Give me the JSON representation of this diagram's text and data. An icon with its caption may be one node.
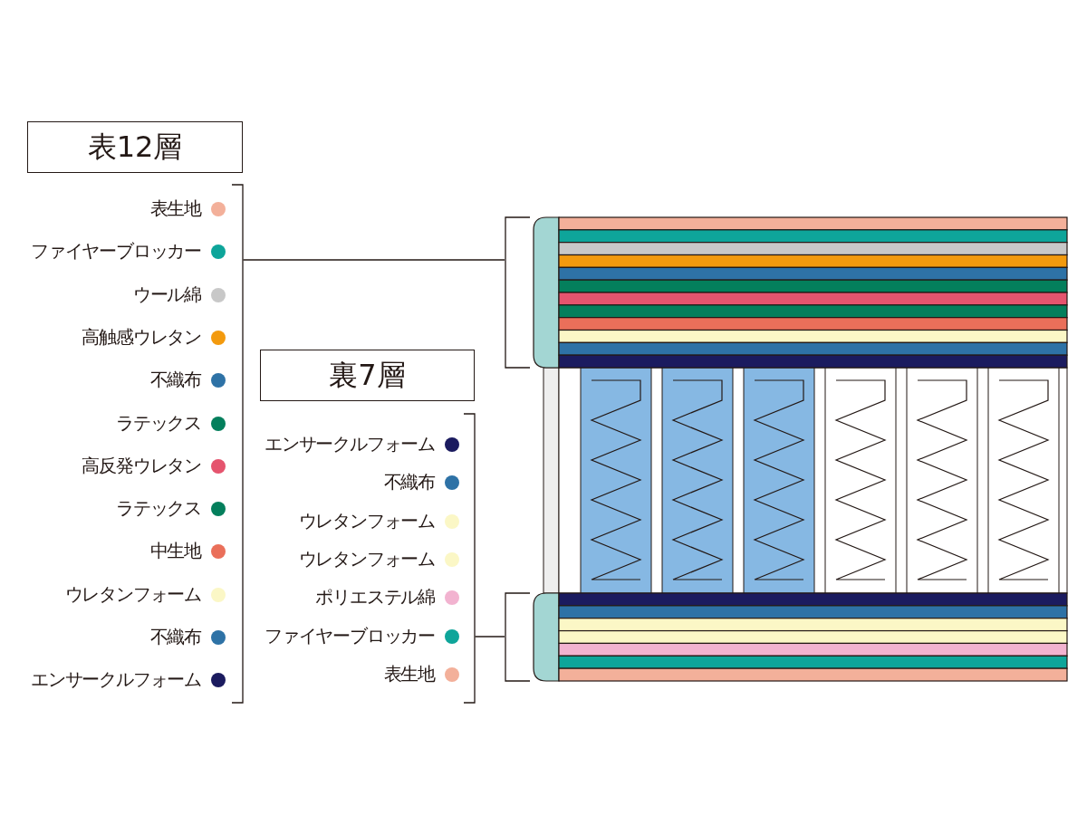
{
  "diagram": {
    "nodes": [
      {
        "text": [
          "表12層"
        ]
      },
      {
        "text": [
          "裏7層"
        ]
      },
      {
        "text": [],
        "shape": "box"
      },
      {
        "text": [],
        "shape": "box"
      }
    ],
    "edges": [
      {
        "from": 0,
        "to": 2,
        "arrow": "none"
      },
      {
        "from": 1,
        "to": 3,
        "arrow": "none"
      }
    ],
    "legend": [
      {
        "text": "表生地",
        "color": "#f3b09a"
      },
      {
        "text": "ファイヤーブロッカー",
        "color": "#0ea59a"
      },
      {
        "text": "ウール綿",
        "color": "#c8c8c8"
      },
      {
        "text": "高触感ウレタン",
        "color": "#f39a0e"
      },
      {
        "text": "不織布",
        "color": "#2e72a6"
      },
      {
        "text": "ラテックス",
        "color": "#047f5c"
      },
      {
        "text": "高反発ウレタン",
        "color": "#e5546e"
      },
      {
        "text": "ラテックス",
        "color": "#047f5c"
      },
      {
        "text": "中生地",
        "color": "#ea6f5a"
      },
      {
        "text": "ウレタンフォーム",
        "color": "#fbf7c6"
      },
      {
        "text": "不織布",
        "color": "#2e72a6"
      },
      {
        "text": "エンサークルフォーム",
        "color": "#1b1b5f"
      },
      {
        "text": "エンサークルフォーム",
        "color": "#1b1b5f"
      },
      {
        "text": "不織布",
        "color": "#2e72a6"
      },
      {
        "text": "ウレタンフォーム",
        "color": "#fbf7c6"
      },
      {
        "text": "ウレタンフォーム",
        "color": "#fbf7c6"
      },
      {
        "text": "ポリエステル綿",
        "color": "#f2b3d0"
      },
      {
        "text": "ファイヤーブロッカー",
        "color": "#0ea59a"
      },
      {
        "text": "表生地",
        "color": "#f3b09a"
      }
    ]
  }
}
